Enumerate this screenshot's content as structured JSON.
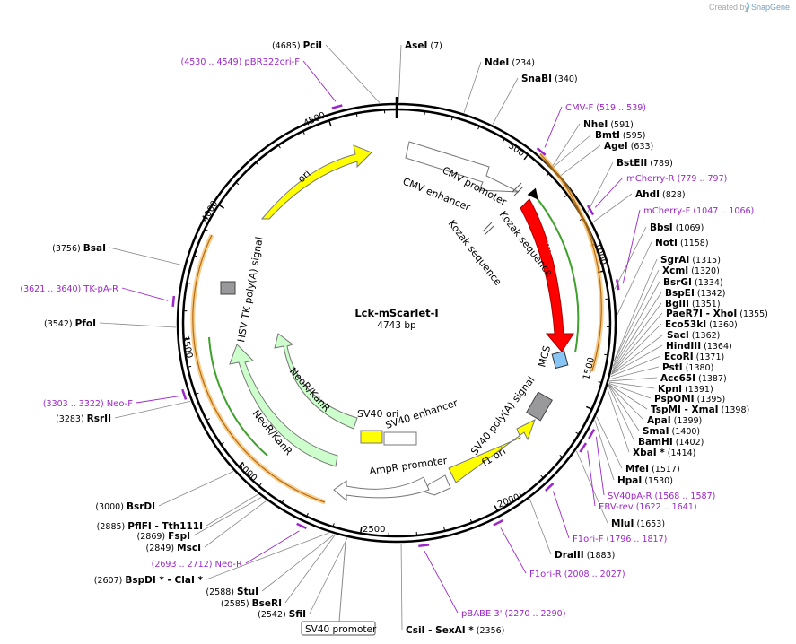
{
  "credit": {
    "prefix": "Created by",
    "brand": "SnapGene"
  },
  "plasmid": {
    "name": "Lck-mScarlet-I",
    "length_label": "4743 bp",
    "length": 4743
  },
  "ticks": [
    "500",
    "1000",
    "1500",
    "2000",
    "2500",
    "3000",
    "3500",
    "4000",
    "4500"
  ],
  "colors": {
    "mScarlet": "#ff0000",
    "ori": "#ffff00",
    "f1ori": "#ffff00",
    "NeoR": "#ccffcc",
    "AmpR": "#ffffff",
    "MCS": "#88c4f4",
    "polyA": "#99999b",
    "primer": "#9c27c9",
    "orange_track": "#f0a530",
    "green_track": "#3ea12b"
  },
  "enzymes": [
    {
      "name": "PciI",
      "pos": "(4685)"
    },
    {
      "name": "AseI",
      "pos": "(7)"
    },
    {
      "name": "NdeI",
      "pos": "(234)"
    },
    {
      "name": "SnaBI",
      "pos": "(340)"
    },
    {
      "name": "NheI",
      "pos": "(591)"
    },
    {
      "name": "BmtI",
      "pos": "(595)"
    },
    {
      "name": "AgeI",
      "pos": "(633)"
    },
    {
      "name": "BstEII",
      "pos": "(789)"
    },
    {
      "name": "AhdI",
      "pos": "(828)"
    },
    {
      "name": "BbsI",
      "pos": "(1069)"
    },
    {
      "name": "NotI",
      "pos": "(1158)"
    },
    {
      "name": "SgrAI",
      "pos": "(1315)"
    },
    {
      "name": "XcmI",
      "pos": "(1320)"
    },
    {
      "name": "BsrGI",
      "pos": "(1334)"
    },
    {
      "name": "BspEI",
      "pos": "(1342)"
    },
    {
      "name": "BglII",
      "pos": "(1351)"
    },
    {
      "name": "PaeR7I",
      "suffix": " - XhoI",
      "pos": "(1355)"
    },
    {
      "name": "Eco53kI",
      "pos": "(1360)"
    },
    {
      "name": "SacI",
      "pos": "(1362)"
    },
    {
      "name": "HindIII",
      "pos": "(1364)"
    },
    {
      "name": "EcoRI",
      "pos": "(1371)"
    },
    {
      "name": "PstI",
      "pos": "(1380)"
    },
    {
      "name": "Acc65I",
      "pos": "(1387)"
    },
    {
      "name": "KpnI",
      "pos": "(1391)"
    },
    {
      "name": "PspOMI",
      "pos": "(1395)"
    },
    {
      "name": "TspMI",
      "suffix": " - XmaI",
      "pos": "(1398)"
    },
    {
      "name": "ApaI",
      "pos": "(1399)"
    },
    {
      "name": "SmaI",
      "pos": "(1400)"
    },
    {
      "name": "BamHI",
      "pos": "(1402)"
    },
    {
      "name": "XbaI *",
      "pos": "(1414)"
    },
    {
      "name": "MfeI",
      "pos": "(1517)"
    },
    {
      "name": "HpaI",
      "pos": "(1530)"
    },
    {
      "name": "MluI",
      "pos": "(1653)"
    },
    {
      "name": "DraIII",
      "pos": "(1883)"
    },
    {
      "name": "CsiI",
      "suffix": " - SexAI *",
      "pos": "(2356)"
    },
    {
      "name": "SfiI",
      "pos": "(2542)"
    },
    {
      "name": "BseRI",
      "pos": "(2585)"
    },
    {
      "name": "StuI",
      "pos": "(2588)"
    },
    {
      "name": "BspDI *",
      "suffix": " - ClaI *",
      "pos": "(2607)"
    },
    {
      "name": "MscI",
      "pos": "(2849)"
    },
    {
      "name": "FspI",
      "pos": "(2869)"
    },
    {
      "name": "PflFI",
      "suffix": " - Tth111I",
      "pos": "(2885)"
    },
    {
      "name": "BsrDI",
      "pos": "(3000)"
    },
    {
      "name": "RsrII",
      "pos": "(3283)"
    },
    {
      "name": "PfoI",
      "pos": "(3542)"
    },
    {
      "name": "BsaI",
      "pos": "(3756)"
    }
  ],
  "primers": [
    {
      "name": "pBR322ori-F",
      "range": "(4530 .. 4549)"
    },
    {
      "name": "CMV-F",
      "range": "(519 .. 539)"
    },
    {
      "name": "mCherry-R",
      "range": "(779 .. 797)"
    },
    {
      "name": "mCherry-F",
      "range": "(1047 .. 1066)"
    },
    {
      "name": "SV40pA-R",
      "range": "(1568 .. 1587)"
    },
    {
      "name": "EBV-rev",
      "range": "(1622 .. 1641)"
    },
    {
      "name": "F1ori-F",
      "range": "(1796 .. 1817)"
    },
    {
      "name": "F1ori-R",
      "range": "(2008 .. 2027)"
    },
    {
      "name": "pBABE 3'",
      "range": "(2270 .. 2290)"
    },
    {
      "name": "Neo-R",
      "range": "(2693 .. 2712)"
    },
    {
      "name": "Neo-F",
      "range": "(3303 .. 3322)"
    },
    {
      "name": "TK-pA-R",
      "range": "(3621 .. 3640)"
    }
  ],
  "features": {
    "cmv_enhancer": "CMV enhancer",
    "cmv_promoter": "CMV promoter",
    "kozak1": "Kozak sequence",
    "kozak2": "Kozak sequence",
    "mscarlet": "mScarlet-I",
    "mcs": "MCS",
    "sv40_polya": "SV40 poly(A) signal",
    "f1_ori": "f1 ori",
    "ampr_promoter": "AmpR promoter",
    "sv40_promoter": "SV40 promoter",
    "neor_outer": "NeoR/KanR",
    "neor_inner": "NeoR/KanR",
    "sv40_ori": "SV40 ori",
    "sv40_enhancer": "SV40 enhancer",
    "hsv_tk": "HSV TK poly(A) signal",
    "ori": "ori"
  }
}
